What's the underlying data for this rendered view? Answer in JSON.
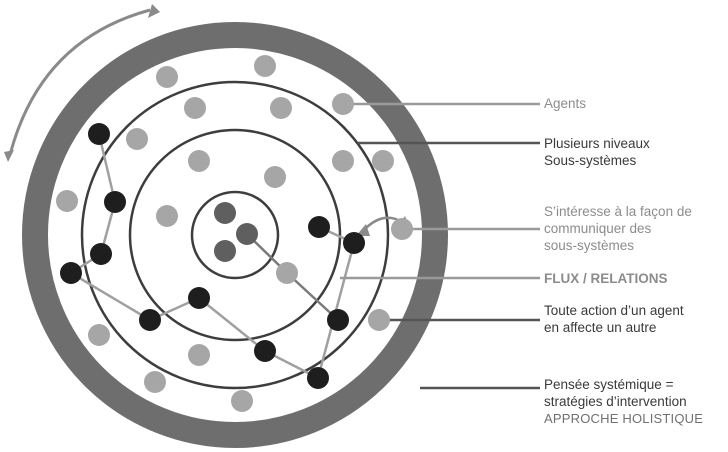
{
  "labels": {
    "agents": "Agents",
    "levels_line1": "Plusieurs niveaux",
    "levels_line2": "Sous-systèmes",
    "interest_line1": "S’intéresse à la façon de",
    "interest_line2": "communiquer des",
    "interest_line3": "sous-systèmes",
    "flux": "FLUX / RELATIONS",
    "action_line1": "Toute action d’un agent",
    "action_line2": "en affecte un autre",
    "pensee_line1": "Pensée systémique =",
    "pensee_line2": "stratégies d’intervention",
    "holistic": "APPROCHE HOLISTIQUE"
  },
  "colors": {
    "outer_ring": "#6e6e6e",
    "ring_stroke": "#3d3d3d",
    "agent_grey": "#a6a6a6",
    "agent_dark": "#1e1e1e",
    "agent_core": "#5f5f5f",
    "link_grey": "#a0a0a0",
    "link_mid": "#7a7a7a",
    "connector_light": "#9a9a9a",
    "connector_dark": "#555555",
    "arrow": "#8a8a8a"
  }
}
